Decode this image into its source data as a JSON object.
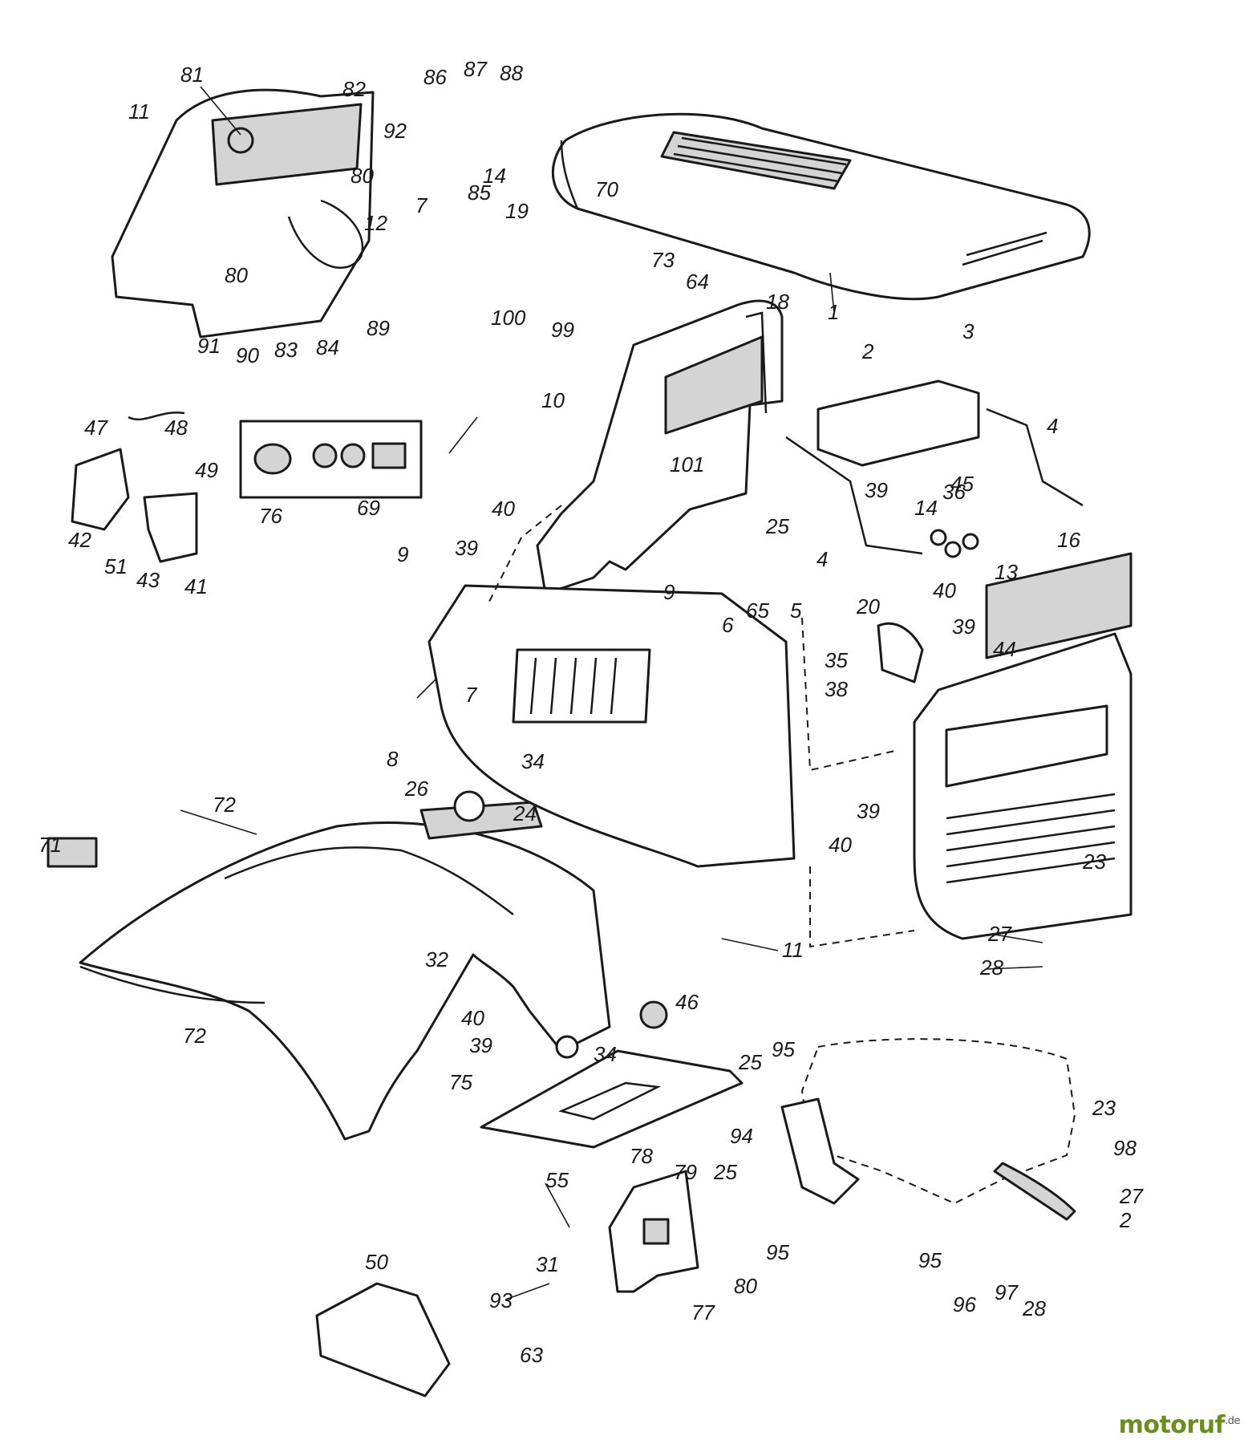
{
  "watermark": {
    "brand": "motoruf",
    "suffix": ".de"
  },
  "callouts": {
    "c81": "81",
    "c82": "82",
    "c11a": "11",
    "c86": "86",
    "c87": "87",
    "c88": "88",
    "c92": "92",
    "c14a": "14",
    "c80a": "80",
    "c12": "12",
    "c7a": "7",
    "c85": "85",
    "c80b": "80",
    "c91": "91",
    "c90": "90",
    "c83": "83",
    "c84": "84",
    "c89": "89",
    "c70": "70",
    "c19": "19",
    "c73": "73",
    "c64": "64",
    "c100": "100",
    "c99": "99",
    "c18": "18",
    "c1": "1",
    "c3": "3",
    "c2": "2",
    "c4a": "4",
    "c10": "10",
    "c101": "101",
    "c39a": "39",
    "c45": "45",
    "c36": "36",
    "c14b": "14",
    "c13": "13",
    "c25a": "25",
    "c4b": "4",
    "c16": "16",
    "c47": "47",
    "c48": "48",
    "c49": "49",
    "c42": "42",
    "c51": "51",
    "c43": "43",
    "c41": "41",
    "c76": "76",
    "c69": "69",
    "c40a": "40",
    "c39b": "39",
    "c9a": "9",
    "c9b": "9",
    "c65": "65",
    "c5": "5",
    "c6": "6",
    "c40b": "40",
    "c39c": "39",
    "c20": "20",
    "c35": "35",
    "c38": "38",
    "c44": "44",
    "c7b": "7",
    "c8": "8",
    "c34a": "34",
    "c24": "24",
    "c26": "26",
    "c72a": "72",
    "c71": "71",
    "c39d": "39",
    "c40c": "40",
    "c23a": "23",
    "c11b": "11",
    "c27a": "27",
    "c28a": "28",
    "c32": "32",
    "c72b": "72",
    "c46": "46",
    "c40d": "40",
    "c39e": "39",
    "c34b": "34",
    "c75": "75",
    "c25b": "25",
    "c95a": "95",
    "c94": "94",
    "c23b": "23",
    "c98": "98",
    "c27b": "27",
    "c28b": "2",
    "c55": "55",
    "c78": "78",
    "c79": "79",
    "c25c": "25",
    "c95b": "95",
    "c95c": "95",
    "c96": "96",
    "c97": "97",
    "c28c": "28",
    "c50": "50",
    "c31": "31",
    "c93": "93",
    "c80c": "80",
    "c77": "77",
    "c63": "63"
  }
}
